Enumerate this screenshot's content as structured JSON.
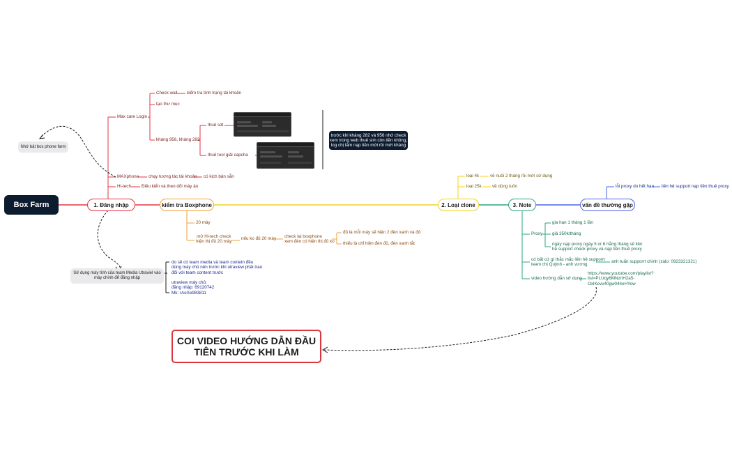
{
  "root": "Box Farm",
  "branches": {
    "dang_nhap": {
      "label": "1. Đăng nhập",
      "max_care_login": "Max care Login",
      "check_wall": "Check wall",
      "check_wall_detail": "kiểm tra tình trạng tài khoản",
      "tao_thu_muc": "tạo thư mục",
      "khang": "kháng 956, kháng 282",
      "thue_sdt": "thuê sdt",
      "thue_tool": "thuê tool giải capcha",
      "callout": "trước khi kháng 282 và 956 nhớ check\nxem trong web thuê sim còn tiền không,\nlog chị tâm nạp tiền mới rồi mới kháng",
      "maxphone": "MAXphone",
      "maxphone_detail": "chạy tương tác tài khoản",
      "maxphone_detail2": "có kịch bản sẵn",
      "hitech": "Hi-tech",
      "hitech_detail": "Điều kiển và theo dõi máy ảo",
      "note_top": "Nhớ bật box phone farm",
      "note_bottom": "Sử dụng máy tính của team Media Utraviel vào\nmáy chính để đăng nhập",
      "remote_info": "do sẽ có team media và team contetn đều\ndùng máy chủ nên trước khi utraview phải trao\nđổi với team content trước\n\nutraview máy chủ:\nđăng nhập: 69120742\nMk: rAeXe983811"
    },
    "kiem_tra": {
      "label": "kiểm tra Boxphone",
      "item1": "20 máy",
      "item2": "mở Hi-tech check\nhiện thị đủ 20 máy",
      "item2_detail": "nếu ko đủ 20 máy",
      "item3": "check lại boxphone\nxem đèn có hiện thị đủ ko",
      "item3_a": "đủ là mỗi máy sẽ hiện 2 đèn xanh và đỏ",
      "item3_b": "thiếu là chỉ hiện đèn đỏ, đèn xanh tắt"
    },
    "loai_clone": {
      "label": "2. Loại clone",
      "a": "loại 4k",
      "a_detail": "về nuôi 2 tháng rồi mới sử dụng",
      "b": "loại 25k",
      "b_detail": "về dùng luôn"
    },
    "note": {
      "label": "3. Note",
      "proxy": "Proxy",
      "proxy_1": "gia hạn 1 tháng 1 lần",
      "proxy_2": "giá 350k/tháng",
      "proxy_3": "ngày nạp proxy ngày 5 or 6 hằng tháng sẽ liên\nhệ support check proxy và nạp tiền thuê proxy",
      "contact": "có bất cứ gì thắc mắc liên hệ supporrt\nteam chị Quỳnh - anh vương",
      "contact_detail": "anh tuấn supporrt chính (zalo: 0923321321)",
      "video": "video hướng dẫn sử dụng",
      "video_link": "https://www.youtube.com/playlist?\nlist=PLUqy6MNznH2a5-\nOxlKevv40gw044eHYow"
    },
    "van_de": {
      "label": "vấn đề thường gặp",
      "a": "lỗi proxy do hết hạn",
      "a_detail": "liên hệ support nạp tiền thuê proxy"
    }
  },
  "big_callout": "COI VIDEO HƯỚNG DẪN ĐẦU\nTIÊN TRƯỚC KHI LÀM",
  "colors": {
    "red": "#e0353f",
    "orange": "#f0a23c",
    "yellow": "#f2d21c",
    "green": "#2aa57e",
    "blue": "#4a63e0",
    "root": "#0d1b2e"
  }
}
